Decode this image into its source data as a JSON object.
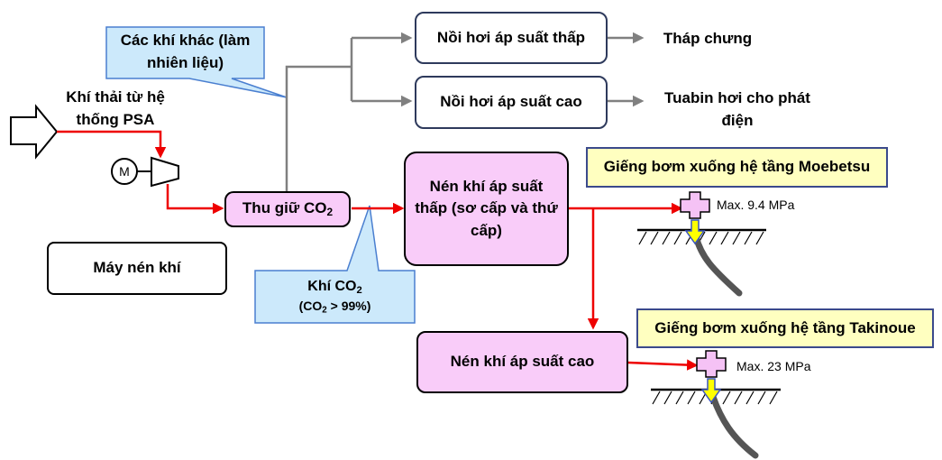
{
  "nodes": {
    "exhaust_source": "Khí thải từ hệ thống PSA",
    "other_gases": "Các khí khác (làm nhiên liệu)",
    "low_pressure_boiler": "Nồi hơi áp suất thấp",
    "high_pressure_boiler": "Nồi hơi áp suất cao",
    "distillation_tower": "Tháp chưng",
    "steam_turbine": "Tuabin hơi cho phát điện",
    "capture_prefix": "Thu giữ CO",
    "capture_sub": "2",
    "low_pressure_compression": "Nén khí áp suất thấp (sơ cấp và thứ cấp)",
    "high_pressure_compression": "Nén khí áp suất cao",
    "compressor_label": "Máy nén khí",
    "co2_gas_prefix": "Khí CO",
    "co2_gas_sub": "2",
    "co2_purity_open": "(CO",
    "co2_purity_sub": "2",
    "co2_purity_rest": " > 99%)",
    "motor_symbol": "M",
    "moebetsu_well": "Giếng bơm xuống hệ tầng Moebetsu",
    "moebetsu_pressure": "Max. 9.4 MPa",
    "takinoue_well": "Giếng bơm xuống hệ tầng Takinoue",
    "takinoue_pressure": "Max. 23 MPa"
  },
  "colors": {
    "process_flow": "#ee0000",
    "gas_flow": "#808080",
    "process_fill": "#f9ccf9",
    "callout_fill": "#cce9fb",
    "callout_border": "#4a7fd0",
    "well_label_fill": "#ffffc0",
    "wellhead_fill": "#f5c2f5",
    "arrow_fill": "#ffff00",
    "arrow_border": "#3a55c0"
  }
}
